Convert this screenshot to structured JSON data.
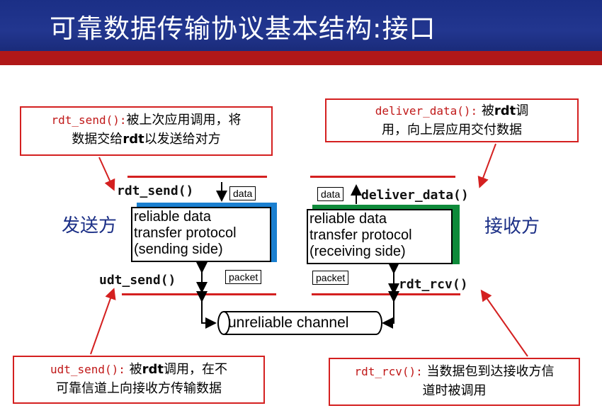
{
  "title": "可靠数据传输协议基本结构:接口",
  "callouts": {
    "rdt_send": {
      "fn": "rdt_send():",
      "text_a": "被上次应用调用，将",
      "text_b1": "数据交给",
      "text_b2": "rdt",
      "text_b3": "以发送给对方"
    },
    "deliver_data": {
      "fn": "deliver_data():",
      "text_a1": " 被",
      "text_a2": "rdt",
      "text_a3": "调",
      "text_b": "用，向上层应用交付数据"
    },
    "udt_send": {
      "fn": "udt_send():",
      "text_a1": " 被",
      "text_a2": "rdt",
      "text_a3": "调用，在不",
      "text_b": "可靠信道上向接收方传输数据"
    },
    "rdt_rcv": {
      "fn": "rdt_rcv():",
      "text_a": " 当数据包到达接收方信",
      "text_b": "道时被调用"
    }
  },
  "sender": {
    "side_label": "发送方",
    "top_fn": "rdt_send()",
    "bottom_fn": "udt_send()",
    "data_box": "data",
    "packet_box": "packet",
    "protocol_lines": [
      "reliable data",
      "transfer protocol",
      "(sending side)"
    ],
    "accent_color": "#1a7fd0"
  },
  "receiver": {
    "side_label": "接收方",
    "top_fn": "deliver_data()",
    "bottom_fn": "rdt_rcv()",
    "data_box": "data",
    "packet_box": "packet",
    "protocol_lines": [
      "reliable data",
      "transfer protocol",
      "(receiving side)"
    ],
    "accent_color": "#0e8a3a"
  },
  "channel_label": "unreliable channel",
  "colors": {
    "header": "#1b2f86",
    "stripe": "#b01818",
    "callout_border": "#d42020"
  }
}
